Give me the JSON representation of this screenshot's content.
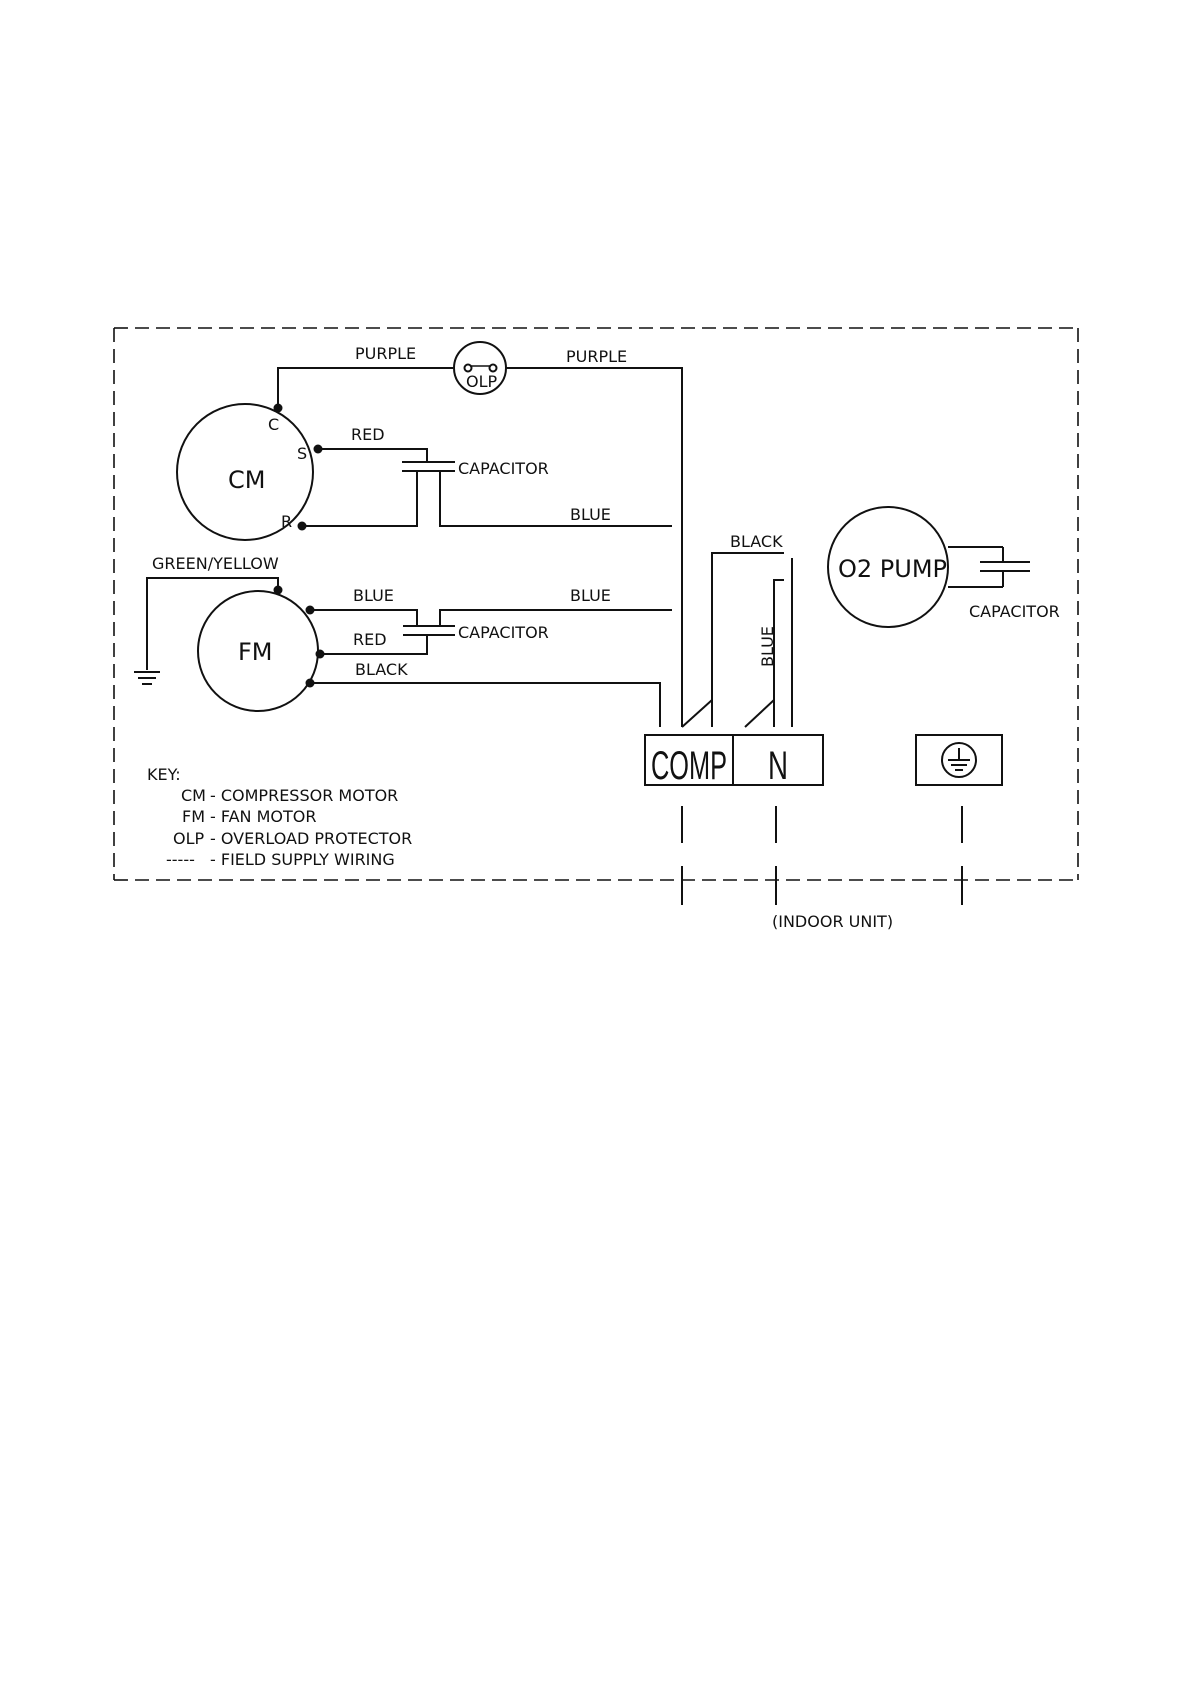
{
  "components": {
    "cm": "CM",
    "fm": "FM",
    "olp": "OLP",
    "pump": "O2 PUMP",
    "cm_terminal_c": "C",
    "cm_terminal_s": "S",
    "cm_terminal_r": "R"
  },
  "wires": {
    "purple_left": "PURPLE",
    "purple_right": "PURPLE",
    "red_cm": "RED",
    "blue_cm": "BLUE",
    "black_pump": "BLACK",
    "green_yellow": "GREEN/YELLOW",
    "blue_fm": "BLUE",
    "blue_fm_right": "BLUE",
    "red_fm": "RED",
    "black_fm": "BLACK",
    "blue_vertical": "BLUE"
  },
  "capacitors": {
    "cm_cap": "CAPACITOR",
    "fm_cap": "CAPACITOR",
    "pump_cap": "CAPACITOR"
  },
  "terminals": {
    "comp": "COMP",
    "n": "N"
  },
  "key": {
    "title": "KEY:",
    "items": [
      {
        "abbr": "CM",
        "desc": "- COMPRESSOR MOTOR"
      },
      {
        "abbr": "FM",
        "desc": "- FAN MOTOR"
      },
      {
        "abbr": "OLP",
        "desc": "- OVERLOAD PROTECTOR"
      },
      {
        "abbr": "-----",
        "desc": "- FIELD SUPPLY WIRING"
      }
    ]
  },
  "footer": "(INDOOR UNIT)"
}
